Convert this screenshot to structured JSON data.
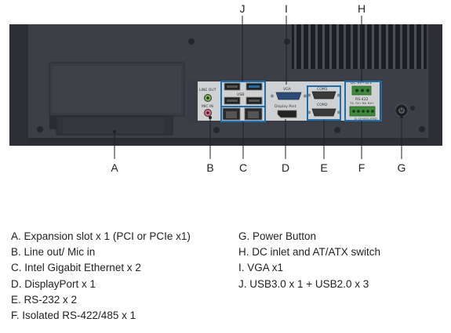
{
  "callouts": {
    "top": [
      "J",
      "I",
      "H"
    ],
    "bottom": [
      "A",
      "B",
      "C",
      "D",
      "E",
      "F",
      "G"
    ]
  },
  "port_labels": {
    "line_out": "LINE OUT",
    "mic_in": "MIC IN",
    "usb": "USB",
    "vga": "VGA",
    "displayport": "Display Port",
    "com1": "COM1",
    "com2": "COM2",
    "dc_in": "DC 9V~32V",
    "rs422": "RS-422",
    "rs422_pins": "TX- TX+  RX- RX+",
    "rs485": "D- D+",
    "isolated": "ISOLATED"
  },
  "legend": {
    "left": [
      "A. Expansion slot x 1 (PCI or PCIe x1)",
      "B. Line out/ Mic in",
      "C. Intel Gigabit Ethernet x 2",
      "D. DisplayPort x 1",
      "E. RS-232 x 2",
      "F.  Isolated RS-422/485 x 1"
    ],
    "right": [
      "G. Power Button",
      "H. DC inlet and AT/ATX switch",
      "I.   VGA x1",
      "J.   USB3.0 x 1 + USB2.0 x 3"
    ]
  },
  "colors": {
    "chassis": "#3b3e45",
    "panel": "#cfd1d3",
    "highlight": "#1a6fb0"
  }
}
